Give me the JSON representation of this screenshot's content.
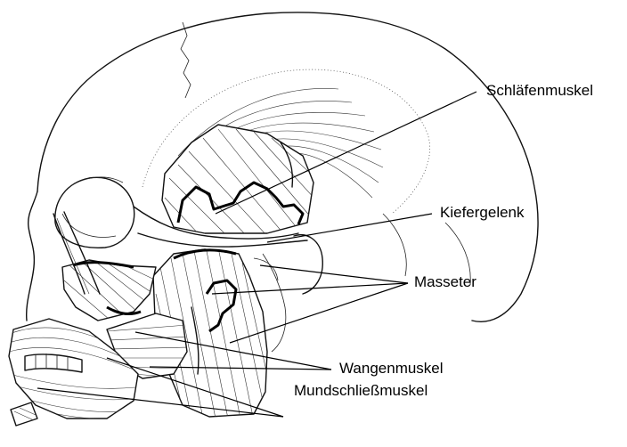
{
  "labels": {
    "temporalis": "Schläfenmuskel",
    "jaw_joint": "Kiefergelenk",
    "masseter": "Masseter",
    "buccinator": "Wangenmuskel",
    "orbicularis": "Mundschließmuskel"
  },
  "colors": {
    "ink": "#000000",
    "paper": "#ffffff"
  }
}
